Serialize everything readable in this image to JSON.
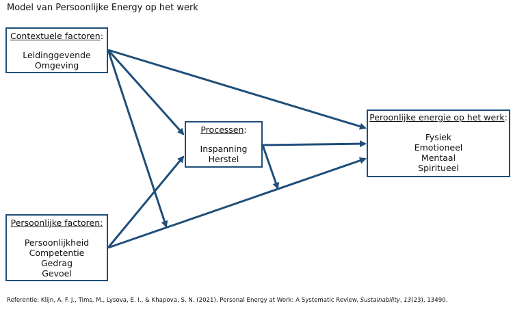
{
  "title": "Model van Persoonlijke Energy op het werk",
  "colors": {
    "box_border": "#1f4e79",
    "arrow": "#1f4e79",
    "text": "#111111",
    "background": "#ffffff"
  },
  "boxes": {
    "context": {
      "heading": "Contextuele factoren",
      "lines": [
        "Leidinggevende",
        "Omgeving"
      ]
    },
    "processes": {
      "heading": "Processen",
      "lines": [
        "Inspanning",
        "Herstel"
      ]
    },
    "personal": {
      "heading": "Persoonlijke factoren",
      "lines": [
        "Persoonlijkheid",
        "Competentie",
        "Gedrag",
        "Gevoel"
      ]
    },
    "energy": {
      "heading": "Peroonlijke energie op het werk",
      "lines": [
        "Fysiek",
        "Emotioneel",
        "Mentaal",
        "Spiritueel"
      ]
    }
  },
  "reference": {
    "prefix": "Referentie: Klijn, A. F. J., Tims, M., Lysova, E. I., & Khapova, S. N. (2021). Personal Energy at Work: A Systematic Review. ",
    "journal": "Sustainability",
    "comma": ", ",
    "volume": "13",
    "suffix": "(23), 13490."
  }
}
